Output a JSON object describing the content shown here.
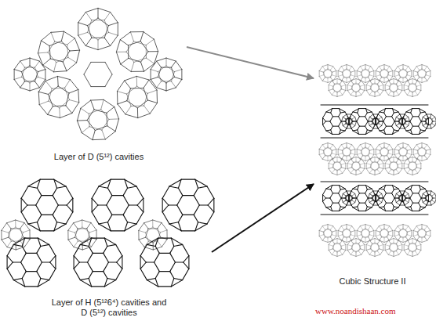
{
  "diagram": {
    "nodes": [
      {
        "text": [
          "Layer of D (5¹²) cavities"
        ]
      },
      {
        "text": [
          "Layer of H (5¹²6⁴) cavities and D (5¹²) cavities"
        ]
      },
      {
        "text": [
          "Cubic Structure II"
        ]
      }
    ],
    "edges": [
      {
        "from": 0,
        "to": 2,
        "arrow": "to"
      },
      {
        "from": 1,
        "to": 2,
        "arrow": "to"
      }
    ],
    "labels": [
      "www.noandishaan.com"
    ]
  }
}
